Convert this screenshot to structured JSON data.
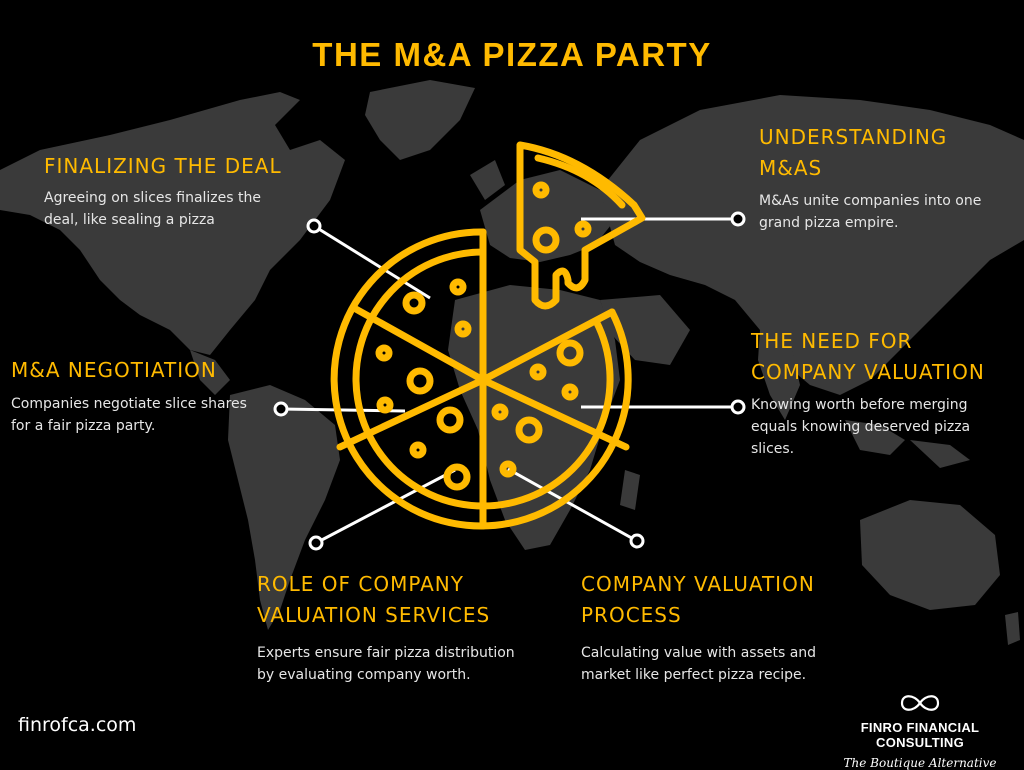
{
  "page_title": "THE M&A PIZZA PARTY",
  "colors": {
    "accent": "#FFBA00",
    "background": "#000000",
    "map": "#3A3A3A",
    "text": "#E6E6E6"
  },
  "sections": {
    "finalizing": {
      "title": "FINALIZING THE DEAL",
      "description": "Agreeing on slices finalizes the deal, like sealing a pizza"
    },
    "understanding": {
      "title_line1": "UNDERSTANDING",
      "title_line2": "M&AS",
      "description": "M&As unite companies into one grand pizza empire."
    },
    "negotiation": {
      "title": "M&A NEGOTIATION",
      "description": "Companies negotiate slice shares for a fair pizza party."
    },
    "need_valuation": {
      "title_line1": "THE NEED FOR",
      "title_line2": "COMPANY VALUATION",
      "description": "Knowing worth before merging equals knowing deserved pizza slices."
    },
    "role_services": {
      "title_line1": "ROLE OF COMPANY",
      "title_line2": "VALUATION SERVICES",
      "description": "Experts ensure fair pizza distribution by evaluating company worth."
    },
    "process": {
      "title_line1": "COMPANY VALUATION",
      "title_line2": "PROCESS",
      "description": "Calculating value with assets and market like perfect pizza recipe."
    }
  },
  "footer": {
    "website": "finrofca.com",
    "brand_name": "FINRO FINANCIAL CONSULTING",
    "brand_tagline": "The Boutique Alternative",
    "logo_icon": "infinity-icon"
  },
  "illustration": {
    "icon": "pizza-icon",
    "world_map": "world-map"
  }
}
